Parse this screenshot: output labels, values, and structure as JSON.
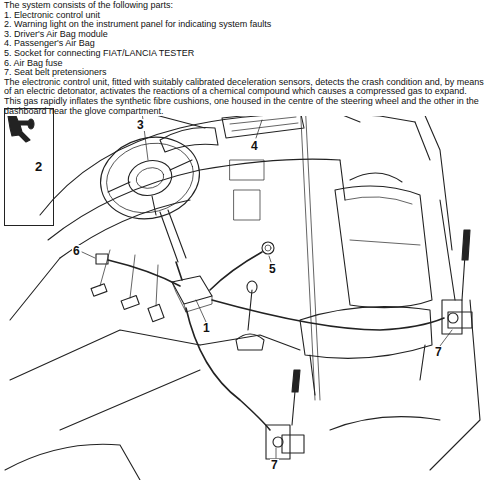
{
  "diagram": {
    "nodes": [
      {
        "text": [
          "2"
        ]
      }
    ],
    "labels": [
      "The system consists of the following parts:",
      "1. Electronic control unit",
      "2. Warning light on the instrument panel for indicating system faults",
      "3. Driver's Air Bag module",
      "4. Passenger's Air Bag",
      "5. Socket for connecting FIAT/LANCIA TESTER",
      "6. Air Bag fuse",
      "7. Seat belt pretensioners",
      "The electronic control unit, fitted with suitably calibrated deceleration sensors, detects the crash condition and, by means of an electric detonator, activates the reactions of a chemical compound which causes a compressed gas to expand.",
      "This gas rapidly inflates the synthetic fibre cushions, one housed in the centre of the steering wheel and the other in the dashboard near the glove compartment.",
      "3",
      "4",
      "6",
      "5",
      "1",
      "7",
      "7"
    ]
  }
}
